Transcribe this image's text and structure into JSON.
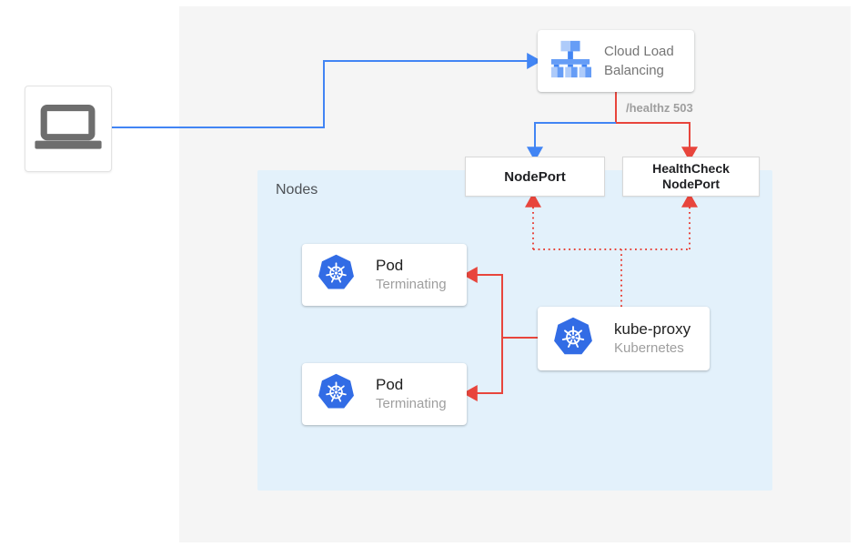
{
  "client": {
    "icon": "laptop-icon"
  },
  "load_balancer": {
    "icon": "cloud-load-balancing-icon",
    "lines": [
      "Cloud Load",
      "Balancing"
    ]
  },
  "edge_labels": {
    "healthz": "/healthz 503"
  },
  "nodes_group": {
    "label": "Nodes"
  },
  "nodeport": {
    "label": "NodePort"
  },
  "healthcheck_nodeport": {
    "lines": [
      "HealthCheck",
      "NodePort"
    ]
  },
  "pods": [
    {
      "icon": "kubernetes-icon",
      "title": "Pod",
      "subtitle": "Terminating"
    },
    {
      "icon": "kubernetes-icon",
      "title": "Pod",
      "subtitle": "Terminating"
    }
  ],
  "kube_proxy": {
    "icon": "kubernetes-icon",
    "title": "kube-proxy",
    "subtitle": "Kubernetes"
  },
  "colors": {
    "traffic_blue": "#4285f4",
    "health_red": "#e8453c",
    "kubernetes_blue": "#326ce5",
    "nodes_background": "#e3f1fb",
    "stage_background": "#f5f5f5"
  }
}
